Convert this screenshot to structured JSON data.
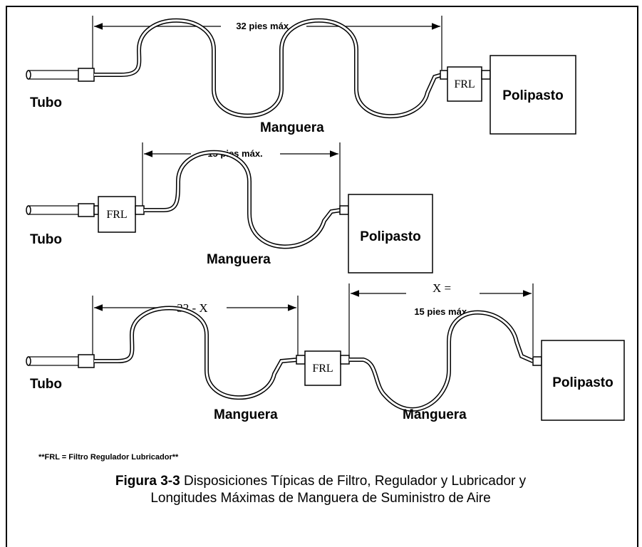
{
  "diagram": {
    "row1": {
      "dimension": "32 pies máx.",
      "pipe": "Tubo",
      "hose": "Manguera",
      "frl": "FRL",
      "hoist": "Polipasto"
    },
    "row2": {
      "dimension": "15 pies máx.",
      "pipe": "Tubo",
      "hose": "Manguera",
      "frl": "FRL",
      "hoist": "Polipasto"
    },
    "row3": {
      "dimension_left": "32 - X",
      "dimension_right_top": "X =",
      "dimension_right_bottom": "15 pies máx.",
      "pipe": "Tubo",
      "hose_left": "Manguera",
      "hose_right": "Manguera",
      "frl": "FRL",
      "hoist": "Polipasto"
    },
    "note": "**FRL = Filtro Regulador Lubricador**"
  },
  "caption": {
    "figure_label": "Figura 3-3",
    "line1": "Disposiciones Típicas de Filtro, Regulador y Lubricador y",
    "line2": "Longitudes Máximas de Manguera de Suministro de Aire"
  }
}
